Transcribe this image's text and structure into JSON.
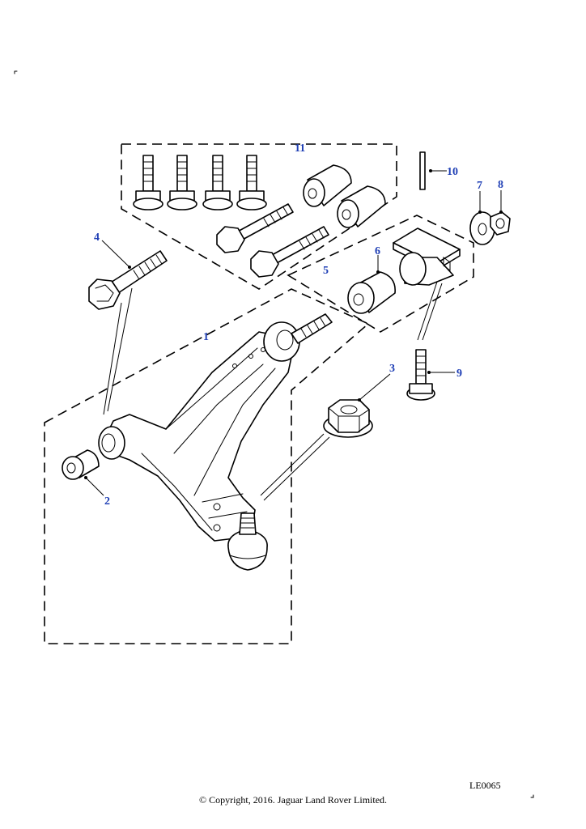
{
  "callouts": [
    {
      "id": "1",
      "label": "1"
    },
    {
      "id": "2",
      "label": "2"
    },
    {
      "id": "3",
      "label": "3"
    },
    {
      "id": "4",
      "label": "4"
    },
    {
      "id": "5",
      "label": "5"
    },
    {
      "id": "6",
      "label": "6"
    },
    {
      "id": "7",
      "label": "7"
    },
    {
      "id": "8",
      "label": "8"
    },
    {
      "id": "9",
      "label": "9"
    },
    {
      "id": "10",
      "label": "10"
    },
    {
      "id": "11",
      "label": "11"
    }
  ],
  "footer": {
    "reference_code": "LE0065",
    "copyright": "© Copyright, 2016. Jaguar Land Rover Limited."
  }
}
